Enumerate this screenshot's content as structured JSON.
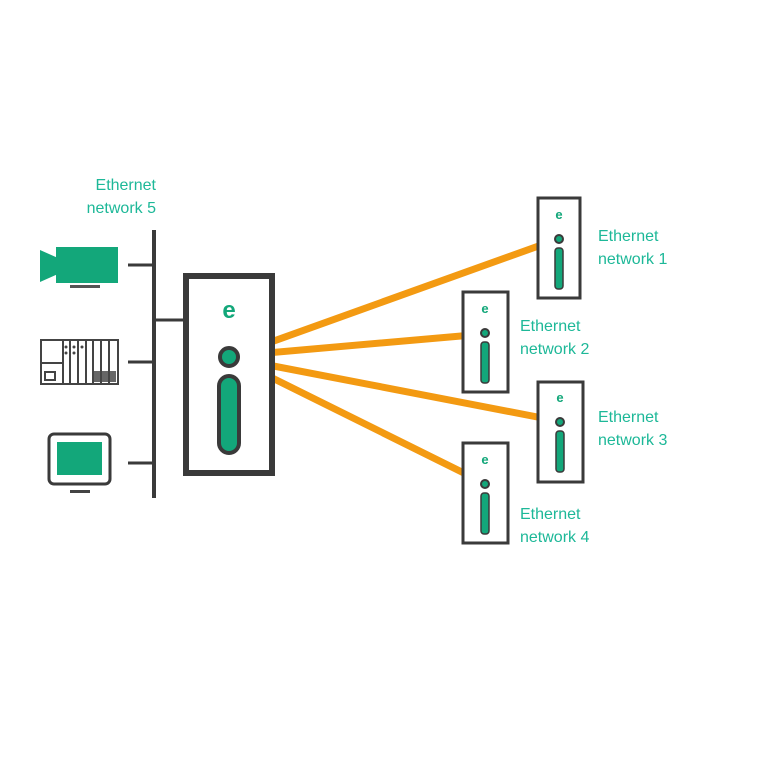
{
  "colors": {
    "green": "#13a77a",
    "orange": "#f39a12",
    "dark": "#3a3a3a",
    "label": "#1db898"
  },
  "labels": {
    "net5": [
      "Ethernet",
      "network 5"
    ],
    "net1": [
      "Ethernet",
      "network 1"
    ],
    "net2": [
      "Ethernet",
      "network 2"
    ],
    "net3": [
      "Ethernet",
      "network 3"
    ],
    "net4": [
      "Ethernet",
      "network 4"
    ]
  },
  "devices": {
    "left": [
      {
        "name": "camera",
        "icon": "camera-icon"
      },
      {
        "name": "plc",
        "icon": "plc-rack-icon"
      },
      {
        "name": "monitor",
        "icon": "monitor-icon"
      }
    ],
    "gateway": {
      "icon": "gateway-device-icon",
      "logo": "e"
    },
    "remote": [
      {
        "network": "Ethernet network 1",
        "logo": "e"
      },
      {
        "network": "Ethernet network 2",
        "logo": "e"
      },
      {
        "network": "Ethernet network 3",
        "logo": "e"
      },
      {
        "network": "Ethernet network 4",
        "logo": "e"
      }
    ]
  }
}
